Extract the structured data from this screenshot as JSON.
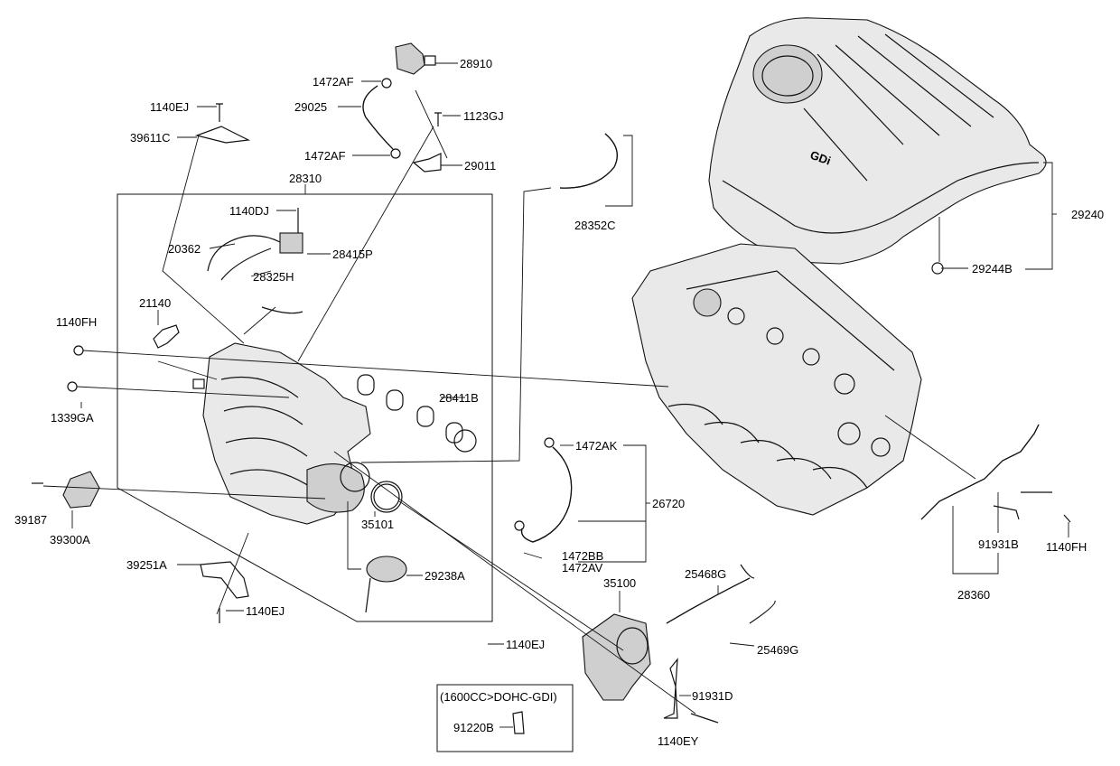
{
  "diagram": {
    "labels": {
      "p28910": "28910",
      "p1472AF_a": "1472AF",
      "p29025": "29025",
      "p1140EJ_a": "1140EJ",
      "p1123GJ": "1123GJ",
      "p39611C": "39611C",
      "p1472AF_b": "1472AF",
      "p29011": "29011",
      "p28310": "28310",
      "p1140DJ": "1140DJ",
      "p20362": "20362",
      "p28415P": "28415P",
      "p28325H": "28325H",
      "p21140": "21140",
      "p1140FH_a": "1140FH",
      "p28411B": "28411B",
      "p1339GA": "1339GA",
      "p28352C": "28352C",
      "p29240": "29240",
      "p29244B": "29244B",
      "p1472AK": "1472AK",
      "p26720": "26720",
      "p1472BB": "1472BB",
      "p1472AV": "1472AV",
      "p35101": "35101",
      "p39187": "39187",
      "p39300A": "39300A",
      "p39251A": "39251A",
      "p29238A": "29238A",
      "p1140EJ_b": "1140EJ",
      "p1140EJ_c": "1140EJ",
      "p35100": "35100",
      "p25468G": "25468G",
      "p25469G": "25469G",
      "p91931D": "91931D",
      "p1140EY": "1140EY",
      "p91931B": "91931B",
      "p1140FH_b": "1140FH",
      "p28360": "28360",
      "p91220B": "91220B"
    },
    "variant_box_title": "(1600CC>DOHC-GDI)",
    "cover_logo": "GDi"
  }
}
